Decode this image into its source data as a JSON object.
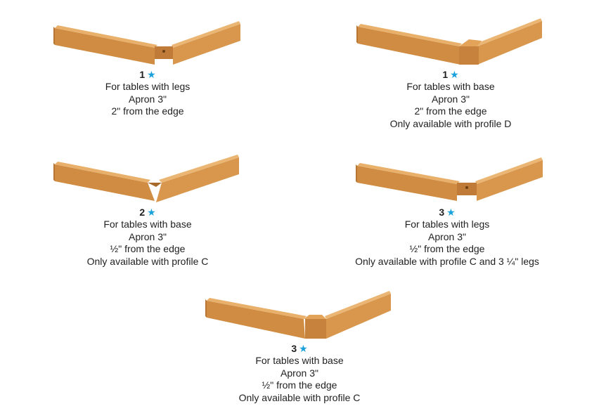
{
  "colors": {
    "star": "#1aa1dc",
    "wood_light": "#e3a45a",
    "wood_mid": "#cf8c42",
    "wood_dark": "#b87634",
    "text": "#1f1f1f"
  },
  "star_icon": "★",
  "options": [
    {
      "rating": "1",
      "image": "corner-bracket-legs",
      "lines": [
        "For tables with legs",
        "Apron 3\"",
        "2\" from the edge"
      ]
    },
    {
      "rating": "1",
      "image": "corner-bracket-base",
      "lines": [
        "For tables with base",
        "Apron 3\"",
        "2\" from the edge",
        "Only available with profile D"
      ]
    },
    {
      "rating": "2",
      "image": "corner-bracket-base",
      "lines": [
        "For tables with base",
        "Apron 3\"",
        "½\" from the edge",
        "Only available with profile C"
      ]
    },
    {
      "rating": "3",
      "image": "corner-bracket-legs",
      "lines": [
        "For tables with legs",
        "Apron 3\"",
        "½\" from the edge",
        "Only available with profile C and 3 ¼\" legs"
      ]
    },
    {
      "rating": "3",
      "image": "corner-bracket-base",
      "lines": [
        "For tables with base",
        "Apron 3\"",
        "½\" from the edge",
        "Only available with profile C"
      ]
    }
  ]
}
